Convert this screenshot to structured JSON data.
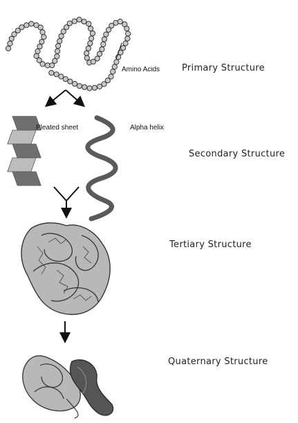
{
  "labels": {
    "amino_acids": "Amino Acids",
    "pleated_sheet": "Pleated sheet",
    "alpha_helix": "Alpha helix"
  },
  "levels": {
    "primary": "Primary Structure",
    "secondary": "Secondary Structure",
    "tertiary": "Tertiary Structure",
    "quaternary": "Quaternary Structure"
  },
  "colors": {
    "bead_fill": "#c9c9c9",
    "outline": "#333333",
    "sheet_dark": "#6f6f6f",
    "sheet_light": "#bdbdbd",
    "helix": "#5a5a5a",
    "tertiary_fill": "#b8b8b8",
    "quaternary_dark": "#555555"
  },
  "icons": {
    "arrow": "arrow-down-icon"
  }
}
